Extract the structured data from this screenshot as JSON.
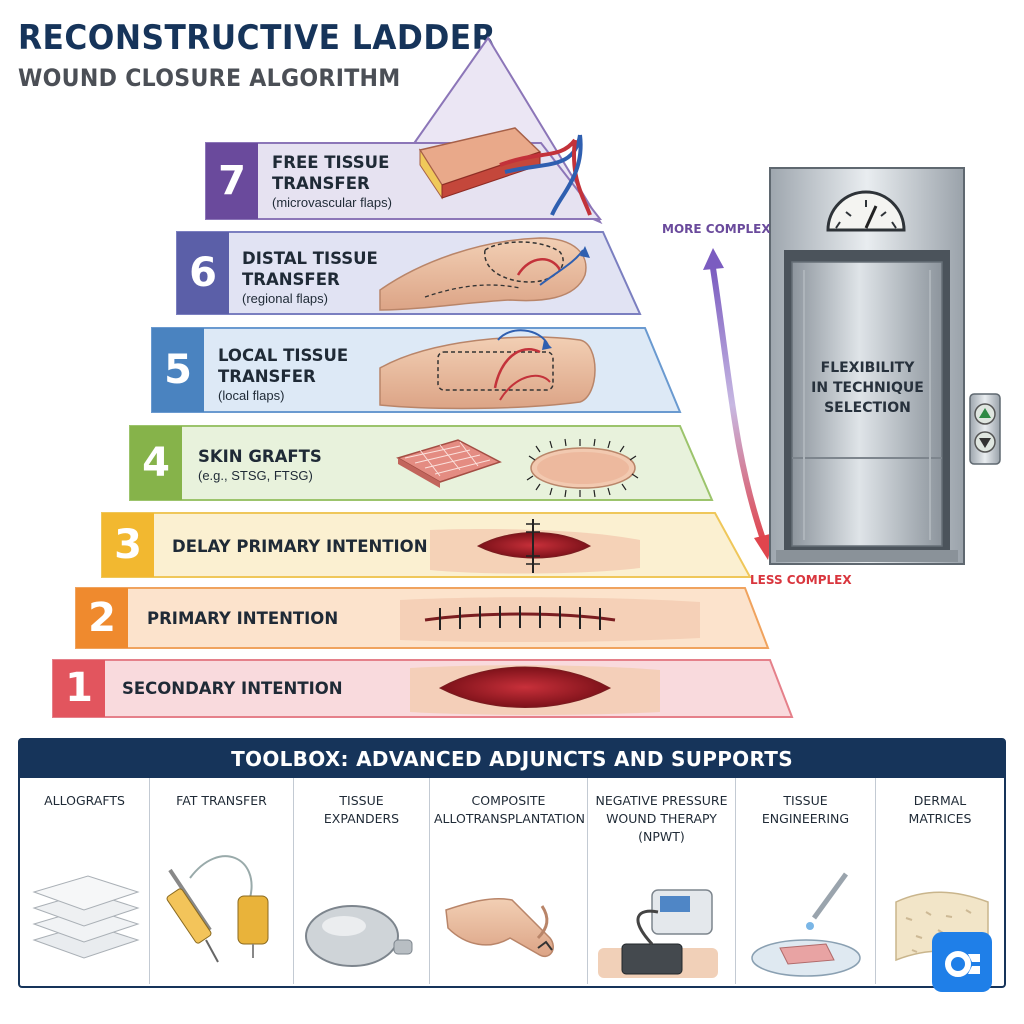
{
  "header": {
    "title": "RECONSTRUCTIVE LADDER",
    "subtitle": "WOUND CLOSURE ALGORITHM"
  },
  "ladder": [
    {
      "number": "7",
      "label": "FREE TISSUE\nTRANSFER",
      "sublabel": "(microvascular flaps)",
      "color": "#6a4a9c",
      "fill": "#e6e2f1"
    },
    {
      "number": "6",
      "label": "DISTAL TISSUE\nTRANSFER",
      "sublabel": "(regional flaps)",
      "color": "#5b5fa8",
      "fill": "#e1e3f3"
    },
    {
      "number": "5",
      "label": "LOCAL TISSUE\nTRANSFER",
      "sublabel": "(local flaps)",
      "color": "#4a83c0",
      "fill": "#dde9f6"
    },
    {
      "number": "4",
      "label": "SKIN GRAFTS",
      "sublabel": "(e.g., STSG, FTSG)",
      "color": "#86b34a",
      "fill": "#e8f2dc"
    },
    {
      "number": "3",
      "label": "DELAY PRIMARY INTENTION",
      "sublabel": "",
      "color": "#f2b830",
      "fill": "#fbf0d1"
    },
    {
      "number": "2",
      "label": "PRIMARY INTENTION",
      "sublabel": "",
      "color": "#ef8a2e",
      "fill": "#fce3cc"
    },
    {
      "number": "1",
      "label": "SECONDARY INTENTION",
      "sublabel": "",
      "color": "#e2555e",
      "fill": "#f9dadd"
    }
  ],
  "complexity": {
    "more": "MORE COMPLEX",
    "less": "LESS COMPLEX",
    "more_color": "#6a4a9c",
    "less_color": "#d9363e"
  },
  "elevator": {
    "label": "FLEXIBILITY\nIN TECHNIQUE\nSELECTION",
    "up_icon": "up-arrow-icon",
    "down_icon": "down-arrow-icon"
  },
  "toolbox": {
    "title": "TOOLBOX: ADVANCED ADJUNCTS AND SUPPORTS",
    "items": [
      {
        "label": "ALLOGRAFTS",
        "icon": "allograft-sheets-icon"
      },
      {
        "label": "FAT TRANSFER",
        "icon": "syringe-icon"
      },
      {
        "label": "TISSUE\nEXPANDERS",
        "icon": "tissue-expander-icon"
      },
      {
        "label": "COMPOSITE\nALLOTRANSPLANTATION",
        "icon": "hand-icon"
      },
      {
        "label": "NEGATIVE PRESSURE\nWOUND THERAPY\n(NPWT)",
        "icon": "npwt-device-icon"
      },
      {
        "label": "TISSUE\nENGINEERING",
        "icon": "petri-dish-icon"
      },
      {
        "label": "DERMAL\nMATRICES",
        "icon": "dermal-matrix-icon"
      }
    ]
  }
}
